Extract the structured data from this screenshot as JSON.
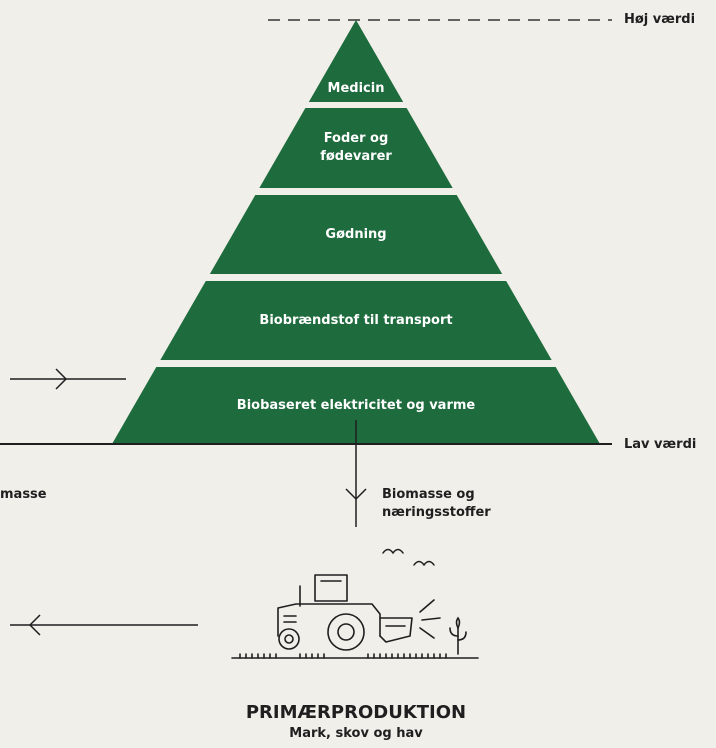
{
  "colors": {
    "pyramid": "#1e6b3d",
    "line": "#1f1f1f",
    "background": "#f1efea",
    "tier_text": "#ffffff"
  },
  "pyramid": {
    "tiers": [
      {
        "lines": [
          "Medicin"
        ]
      },
      {
        "lines": [
          "Foder og",
          "fødevarer"
        ]
      },
      {
        "lines": [
          "Gødning"
        ]
      },
      {
        "lines": [
          "Biobrændstof til transport"
        ]
      },
      {
        "lines": [
          "Biobaseret elektricitet og varme"
        ]
      }
    ]
  },
  "scale": {
    "high_label": "Høj værdi",
    "low_label": "Lav værdi"
  },
  "flows": {
    "left_partial_label": "masse",
    "down_label_line1": "Biomasse og",
    "down_label_line2": "næringsstoffer"
  },
  "primary": {
    "title": "PRIMÆRPRODUKTION",
    "subtitle": "Mark, skov og hav"
  },
  "icons": [
    "tractor-icon",
    "birds-icon",
    "plant-sprout-icon",
    "arrow-right-icon",
    "arrow-left-icon",
    "arrow-down-icon"
  ]
}
